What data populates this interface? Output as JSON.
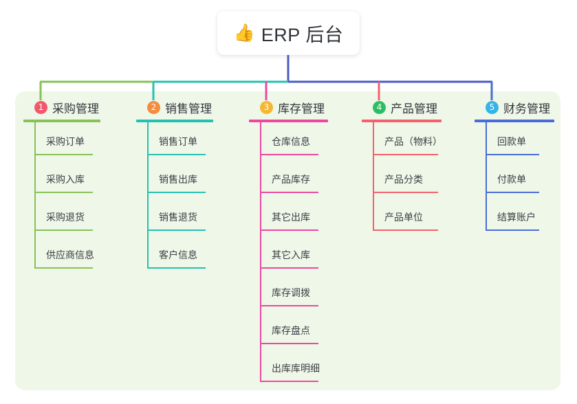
{
  "root": {
    "icon": "thumbs-up-emoji",
    "emoji": "👍",
    "title": "ERP 后台"
  },
  "palette": {
    "panel_bg": "#eff7e9",
    "page_bg": "#ffffff",
    "trunk": "#4a5bc4",
    "text": "#33363c"
  },
  "columns": [
    {
      "index": "1",
      "title": "采购管理",
      "badge_color": "#f0596c",
      "line_color": "#86c255",
      "items": [
        {
          "label": "采购订单"
        },
        {
          "label": "采购入库"
        },
        {
          "label": "采购退货"
        },
        {
          "label": "供应商信息"
        }
      ]
    },
    {
      "index": "2",
      "title": "销售管理",
      "badge_color": "#f58b3c",
      "line_color": "#25c1b0",
      "items": [
        {
          "label": "销售订单"
        },
        {
          "label": "销售出库"
        },
        {
          "label": "销售退货"
        },
        {
          "label": "客户信息"
        }
      ]
    },
    {
      "index": "3",
      "title": "库存管理",
      "badge_color": "#f5b731",
      "line_color": "#ec48a0",
      "items": [
        {
          "label": "仓库信息"
        },
        {
          "label": "产品库存"
        },
        {
          "label": "其它出库"
        },
        {
          "label": "其它入库"
        },
        {
          "label": "库存调拨"
        },
        {
          "label": "库存盘点"
        },
        {
          "label": "出库库明细"
        }
      ]
    },
    {
      "index": "4",
      "title": "产品管理",
      "badge_color": "#2cbf62",
      "line_color": "#f4606c",
      "items": [
        {
          "label": "产品（物料）"
        },
        {
          "label": "产品分类"
        },
        {
          "label": "产品单位"
        }
      ]
    },
    {
      "index": "5",
      "title": "财务管理",
      "badge_color": "#35b4e8",
      "line_color": "#4a6cd4",
      "items": [
        {
          "label": "回款单"
        },
        {
          "label": "付款单"
        },
        {
          "label": "结算账户"
        }
      ]
    }
  ]
}
